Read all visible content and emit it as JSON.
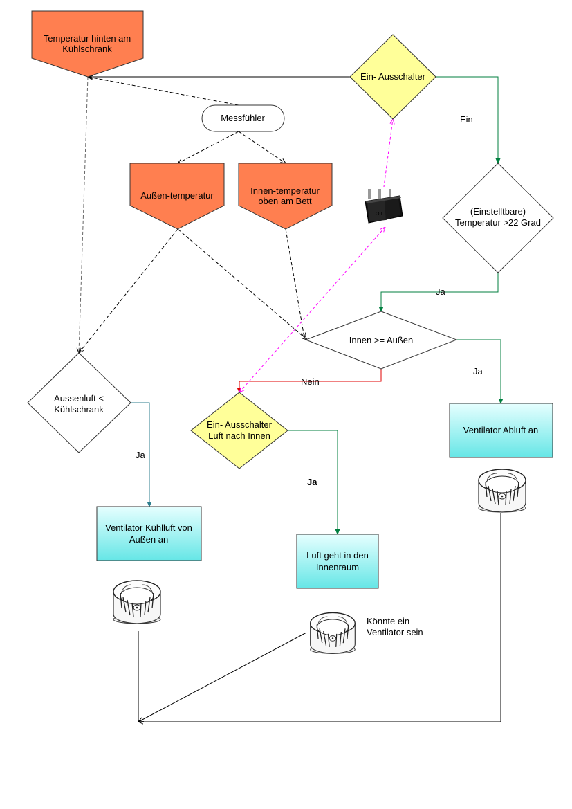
{
  "colors": {
    "orange": "#FF7F50",
    "yellow": "#FFFF99",
    "cyan_top": "#E6FFFF",
    "cyan_bottom": "#66E6E6",
    "green_line": "#007F3F",
    "teal_line": "#2F7F8F",
    "red_line": "#E00000",
    "magenta_line": "#FF00FF",
    "dashed_line": "#000000"
  },
  "nodes": {
    "temp_fridge": [
      "Temperatur hinten am",
      "Kühlschrank"
    ],
    "sensor": [
      "Messfühler"
    ],
    "outside_temp": [
      "Außen-temperatur"
    ],
    "inside_temp": [
      "Innen-temperatur",
      "oben am Bett"
    ],
    "main_switch": [
      "Ein- Ausschalter"
    ],
    "temp_check": [
      "(Einstelltbare)",
      "Temperatur >22 Grad"
    ],
    "inside_vs_outside": [
      "Innen >= Außen"
    ],
    "outside_vs_fridge": [
      "Aussenluft <",
      "Kühlschrank"
    ],
    "switch_inside_air": [
      "Ein- Ausschalter",
      "Luft nach Innen"
    ],
    "fan_exhaust": [
      "Ventilator Abluft an"
    ],
    "fan_cooling": [
      "Ventilator Kühlluft von",
      "Außen an"
    ],
    "air_inside": [
      "Luft geht in den",
      "Innenraum"
    ],
    "fan_note": [
      "Könnte ein",
      "Ventilator sein"
    ]
  },
  "edge_labels": {
    "ein": "Ein",
    "ja_temp": "Ja",
    "nein": "Nein",
    "ja_exhaust": "Ja",
    "ja_cooling": "Ja",
    "ja_inside_air": "Ja"
  },
  "icons": {
    "rocker_switch": "rocker-switch-icon",
    "fan": "centrifugal-fan-icon"
  }
}
